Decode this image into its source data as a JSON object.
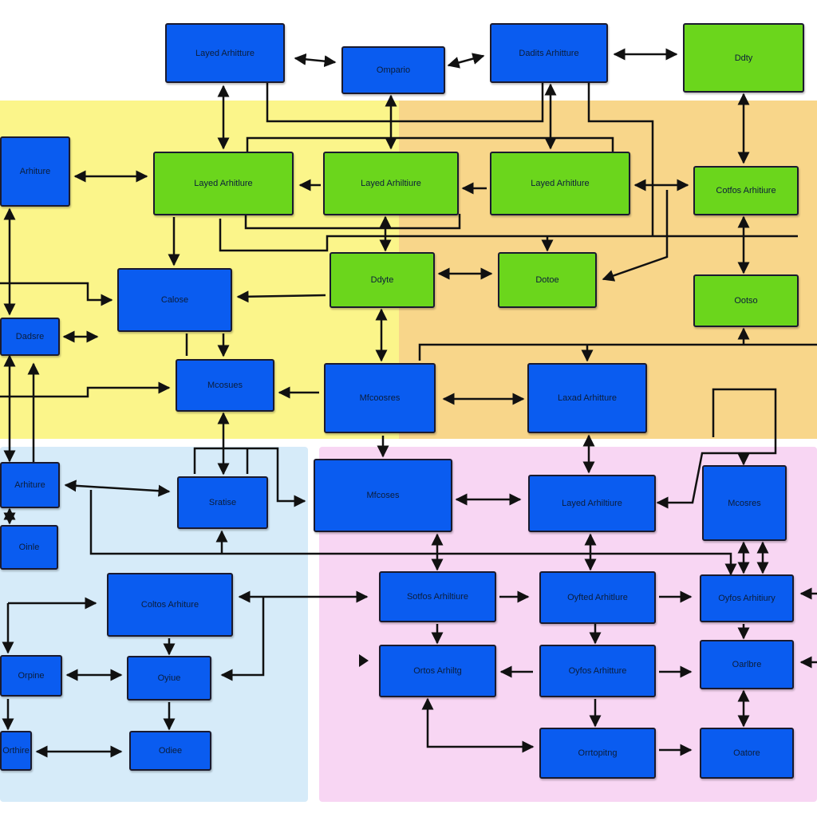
{
  "colors": {
    "blue_node": "#0a5cf0",
    "green_node": "#6bd61c",
    "region_yellow": "#fbf58a",
    "region_orange": "#f8d68a",
    "region_lightblue": "#d6ebf9",
    "region_pink": "#f8d6f3",
    "connector": "#111111"
  },
  "diagram": {
    "nodes": {
      "n1": "Layed Arhitture",
      "n2": "Ompario",
      "n3": "Dadits Arhitture",
      "n4": "Ddty",
      "n5": "Arhiture",
      "n6": "Layed Arhitlure",
      "n7": "Layed Arhiltiure",
      "n8": "Layed Arhitlure",
      "n9": "Cotfos Arhitiure",
      "n10": "Calose",
      "n11": "Ddyte",
      "n12": "Dotoe",
      "n13": "Ootso",
      "n14": "Dadsre",
      "n15": "Mcosues",
      "n16": "Mfcoosres",
      "n17": "Laxad Arhitture",
      "n18": "Sratise",
      "n19": "Mfcoses",
      "n20": "Layed Arhiltiure",
      "n21": "Mcosres",
      "n22": "Arhiture",
      "n23": "Oinle",
      "n24": "Coltos Arhiture",
      "n25": "Sotfos Arhiltiure",
      "n26": "Oyfted Arhitlure",
      "n27": "Oyfos Arhitiury",
      "n28": "Orpine",
      "n29": "Oyiue",
      "n30": "Ortos Arhiltg",
      "n31": "Oyfos Arhitture",
      "n32": "Oarlbre",
      "n33": "Orthire",
      "n34": "Odiee",
      "n35": "Orrtopitng",
      "n36": "Oatore"
    }
  }
}
